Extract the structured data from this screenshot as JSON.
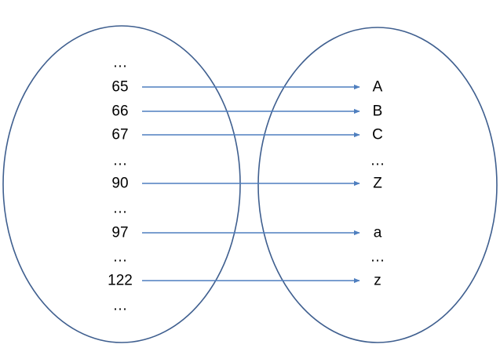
{
  "domain_set": {
    "labels": [
      "...",
      "65",
      "66",
      "67",
      "...",
      "90",
      "...",
      "97",
      "...",
      "122",
      "..."
    ]
  },
  "codomain_set": {
    "labels": [
      "A",
      "B",
      "C",
      "...",
      "Z",
      "a",
      "...",
      "z"
    ]
  },
  "mappings": [
    {
      "from": "65",
      "to": "A"
    },
    {
      "from": "66",
      "to": "B"
    },
    {
      "from": "67",
      "to": "C"
    },
    {
      "from": "90",
      "to": "Z"
    },
    {
      "from": "97",
      "to": "a"
    },
    {
      "from": "122",
      "to": "z"
    }
  ],
  "colors": {
    "outline": "#3f5f8f",
    "arrow": "#4f7fbf",
    "text": "#000000"
  }
}
